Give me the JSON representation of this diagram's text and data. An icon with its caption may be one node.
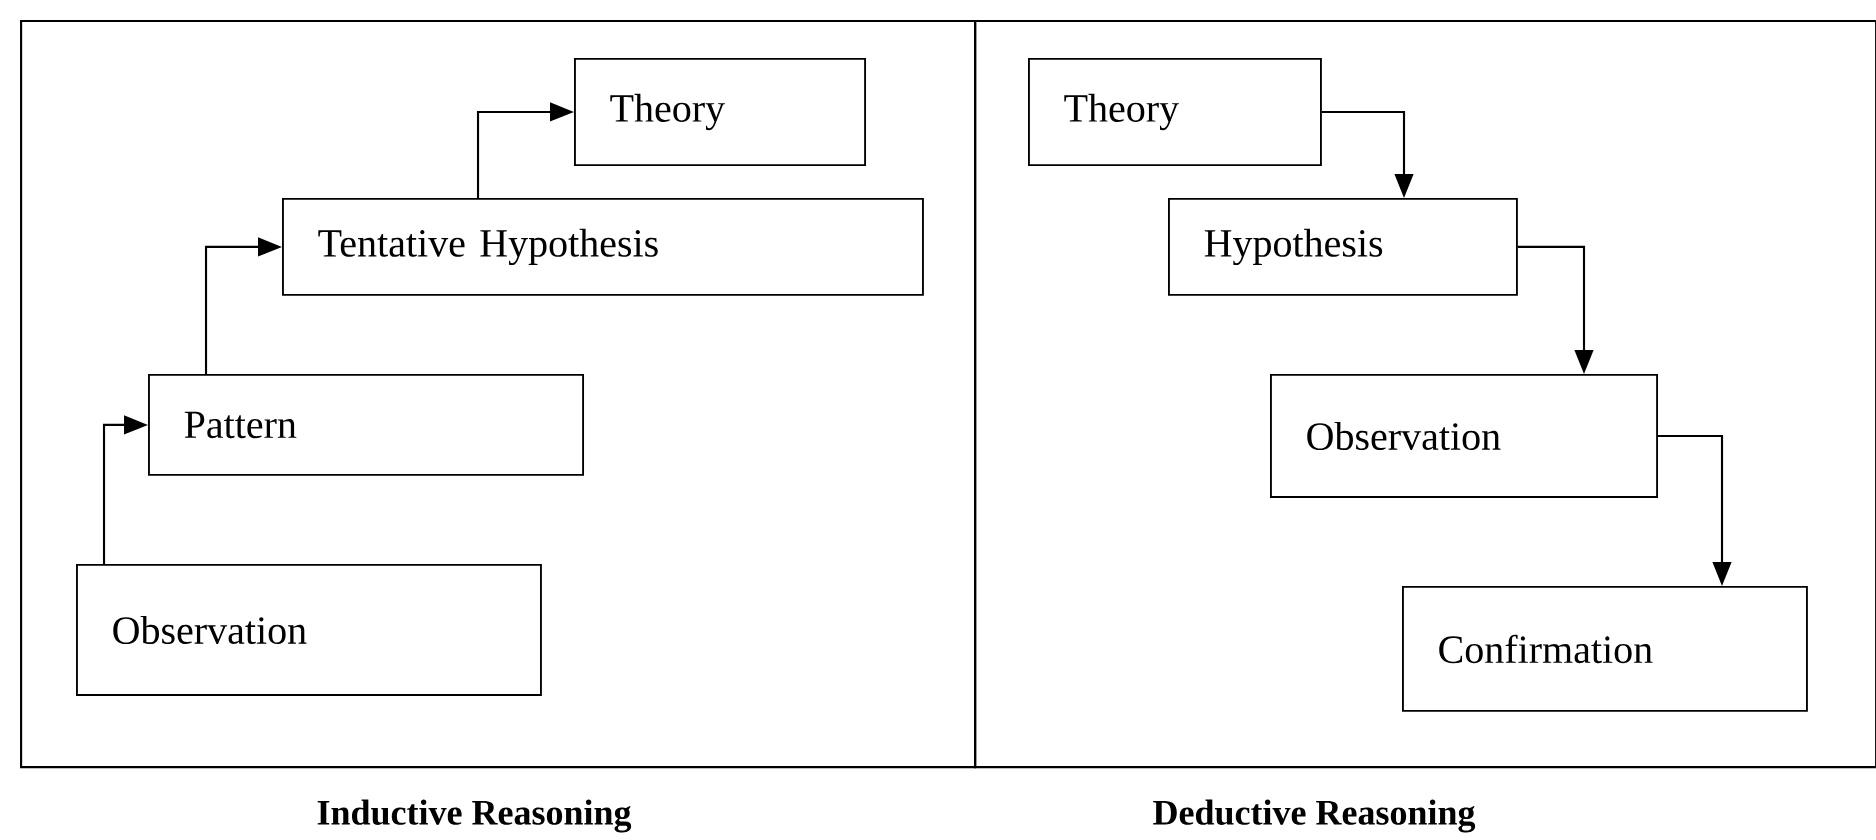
{
  "diagram": {
    "nodes": [
      {
        "text": [
          "Inductive Reasoning"
        ]
      },
      {
        "text": [
          "Theory"
        ],
        "in": 0
      },
      {
        "text": [
          "Tentative Hypothesis"
        ],
        "in": 0
      },
      {
        "text": [
          "Pattern"
        ],
        "in": 0
      },
      {
        "text": [
          "Observation"
        ],
        "in": 0
      },
      {
        "text": [
          "Deductive Reasoning"
        ]
      },
      {
        "text": [
          "Theory"
        ],
        "in": 5
      },
      {
        "text": [
          "Hypothesis"
        ],
        "in": 5
      },
      {
        "text": [
          "Observation"
        ],
        "in": 5
      },
      {
        "text": [
          "Confirmation"
        ],
        "in": 5
      }
    ],
    "edges": [
      {
        "from": 4,
        "to": 3,
        "arrow": "to"
      },
      {
        "from": 3,
        "to": 2,
        "arrow": "to"
      },
      {
        "from": 2,
        "to": 1,
        "arrow": "to"
      },
      {
        "from": 6,
        "to": 7,
        "arrow": "to"
      },
      {
        "from": 7,
        "to": 8,
        "arrow": "to"
      },
      {
        "from": 8,
        "to": 9,
        "arrow": "to"
      }
    ]
  }
}
